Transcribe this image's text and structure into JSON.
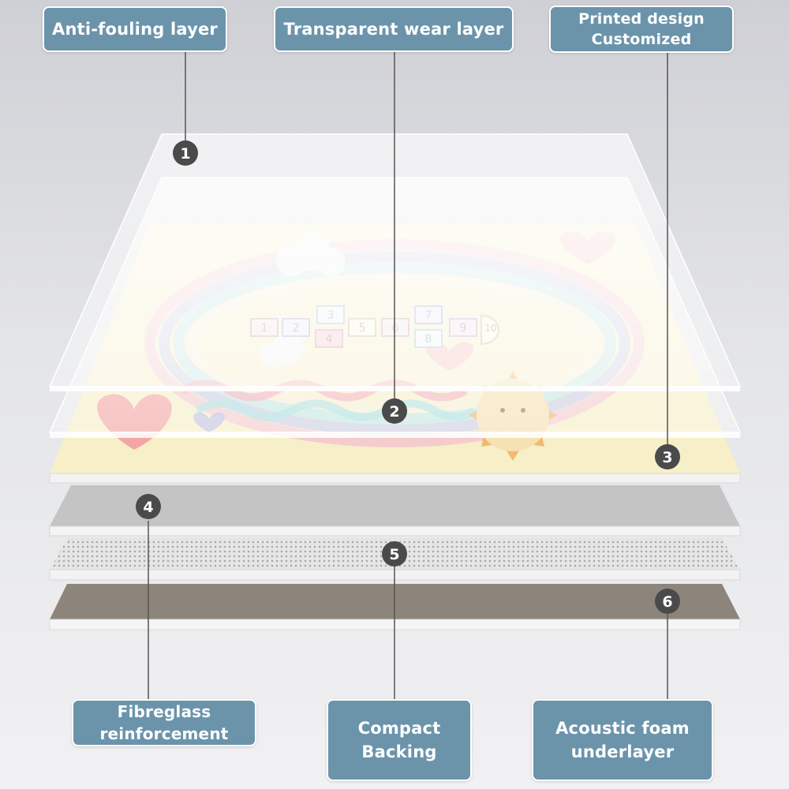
{
  "labels": {
    "anti_fouling": "Anti-fouling layer",
    "wear_layer": "Transparent wear layer",
    "printed_design_line1": "Printed design",
    "printed_design_line2": "Customized",
    "fibreglass_line1": "Fibreglass",
    "fibreglass_line2": "reinforcement",
    "compact_line1": "Compact",
    "compact_line2": "Backing",
    "acoustic_line1": "Acoustic foam",
    "acoustic_line2": "underlayer"
  },
  "badges": [
    "1",
    "2",
    "3",
    "4",
    "5",
    "6"
  ],
  "print_numbers": [
    "1",
    "2",
    "3",
    "4",
    "5",
    "6",
    "7",
    "8",
    "9",
    "10"
  ],
  "colors": {
    "label_bg": "#6b94ab",
    "badge_bg": "#4a4a4a",
    "print_layer": "#f6efc8",
    "fibreglass_layer": "#c4c4c4",
    "backing_layer": "#e3e3e3",
    "foam_layer": "#8d857c"
  }
}
